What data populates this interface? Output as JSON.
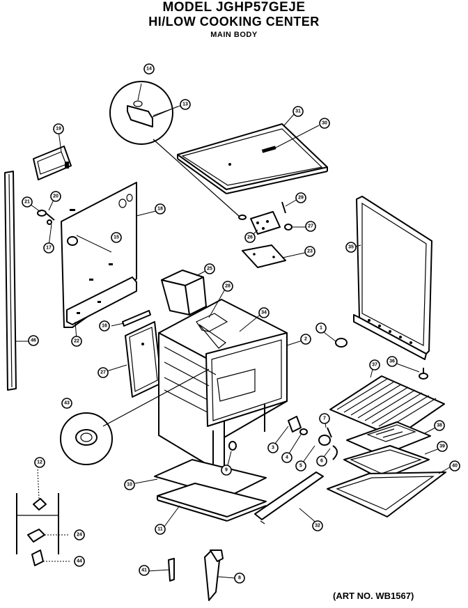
{
  "header": {
    "model": "MODEL JGHP57GEJE",
    "product": "HI/LOW COOKING CENTER",
    "section": "MAIN BODY"
  },
  "art_number": "(ART NO. WB1567)",
  "callouts": {
    "c14": "14",
    "c13": "13",
    "c31": "31",
    "c30": "30",
    "c19": "19",
    "c21": "21",
    "c20": "20",
    "c17": "17",
    "c15": "15",
    "c18": "18",
    "c22": "22",
    "c29": "29",
    "c27": "27",
    "c26": "26",
    "c23": "23",
    "c35": "35",
    "c25": "25",
    "c28": "28",
    "c16": "16",
    "c34": "34",
    "c1": "1",
    "c2": "2",
    "c27b": "27",
    "c36": "36",
    "c37": "37",
    "c46": "46",
    "c43": "43",
    "c7": "7",
    "c3": "3",
    "c38": "38",
    "c4": "4",
    "c5": "5",
    "c6": "6",
    "c39": "39",
    "c12": "12",
    "c10": "10",
    "c9": "9",
    "c40": "40",
    "c11": "11",
    "c32": "32",
    "c24": "24",
    "c44": "44",
    "c41": "41",
    "c8": "8"
  }
}
